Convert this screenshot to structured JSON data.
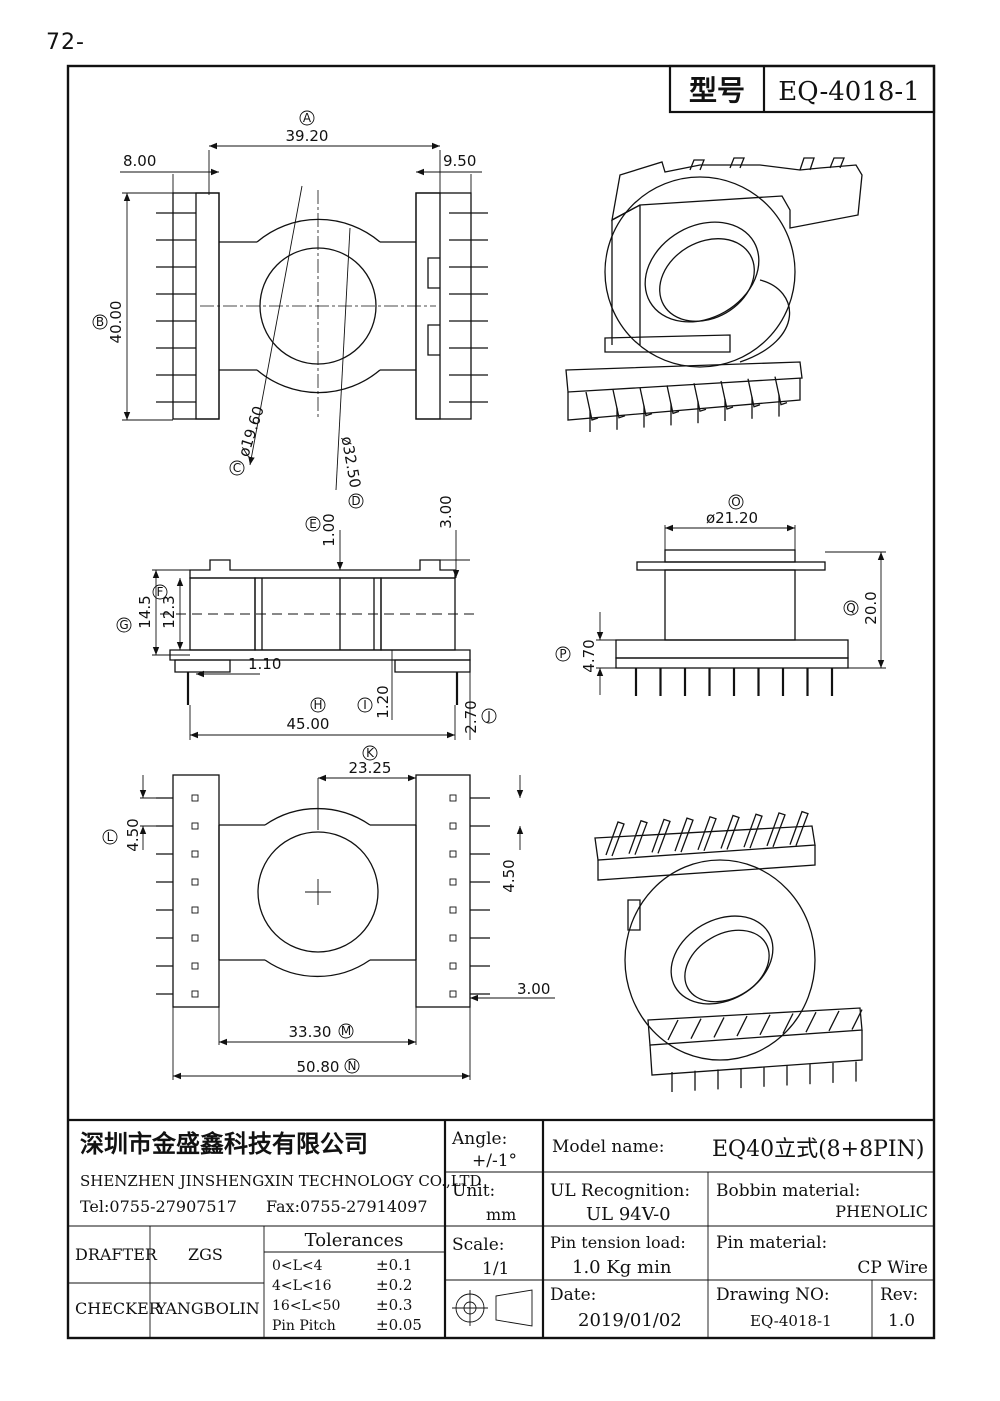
{
  "corner_mark": "72-",
  "header": {
    "model_label": "型号",
    "model_value": "EQ-4018-1"
  },
  "dimensions": {
    "A": {
      "tag": "A",
      "value": "39.20"
    },
    "B": {
      "tag": "B",
      "value": "40.00"
    },
    "C": {
      "tag": "C",
      "value": "ø19.60"
    },
    "D": {
      "tag": "D",
      "value": "ø32.50"
    },
    "E": {
      "tag": "E",
      "value": "1.00"
    },
    "F": {
      "tag": "F",
      "value": "12.3"
    },
    "G": {
      "tag": "G",
      "value": "14.5"
    },
    "H": {
      "tag": "H",
      "value": "45.00"
    },
    "I": {
      "tag": "I",
      "value": "1.20"
    },
    "J": {
      "tag": "J",
      "value": "2.70"
    },
    "K": {
      "tag": "K",
      "value": "23.25"
    },
    "L": {
      "tag": "L",
      "value": "4.50"
    },
    "M": {
      "tag": "M",
      "value": "33.30"
    },
    "N": {
      "tag": "N",
      "value": "50.80"
    },
    "O": {
      "tag": "O",
      "value": "ø21.20"
    },
    "P": {
      "tag": "P",
      "value": "4.70"
    },
    "Q": {
      "tag": "Q",
      "value": "20.0"
    },
    "top_left_width": "8.00",
    "top_right_width": "9.50",
    "side_top": "3.00",
    "side_pin": "1.10",
    "bottom_pitch_right": "4.50",
    "bottom_pin_right": "3.00"
  },
  "title_block": {
    "company_cn": "深圳市金盛鑫科技有限公司",
    "company_en": "SHENZHEN JINSHENGXIN TECHNOLOGY CO.,LTD",
    "tel": "Tel:0755-27907517",
    "fax": "Fax:0755-27914097",
    "angle_label": "Angle:",
    "angle_value": "+/-1°",
    "unit_label": "Unit:",
    "unit_value": "mm",
    "scale_label": "Scale:",
    "scale_value": "1/1",
    "model_name_label": "Model name:",
    "model_name_value": "EQ40立式(8+8PIN)",
    "ul_label": "UL Recognition:",
    "ul_value": "UL 94V-0",
    "bobbin_label": "Bobbin material:",
    "bobbin_value": "PHENOLIC",
    "pin_tension_label": "Pin tension load:",
    "pin_tension_value": "1.0 Kg min",
    "pin_material_label": "Pin material:",
    "pin_material_value": "CP Wire",
    "drafter_label": "DRAFTER",
    "drafter_value": "ZGS",
    "checker_label": "CHECKER",
    "checker_value": "YANGBOLIN",
    "tolerances_label": "Tolerances",
    "tolerances": [
      {
        "range": "0<L<4",
        "value": "±0.1"
      },
      {
        "range": "4<L<16",
        "value": "±0.2"
      },
      {
        "range": "16<L<50",
        "value": "±0.3"
      },
      {
        "range": "Pin Pitch",
        "value": "±0.05"
      }
    ],
    "date_label": "Date:",
    "date_value": "2019/01/02",
    "drawing_no_label": "Drawing NO:",
    "drawing_no_value": "EQ-4018-1",
    "rev_label": "Rev:",
    "rev_value": "1.0"
  }
}
